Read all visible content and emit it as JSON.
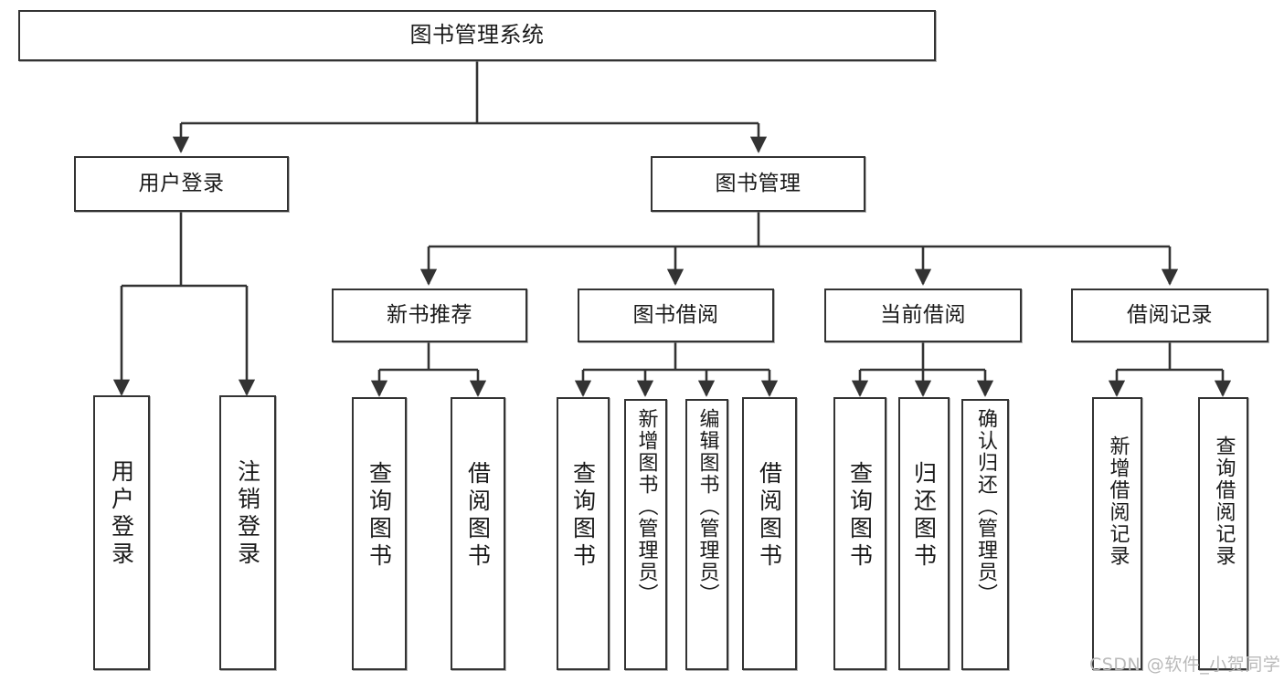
{
  "diagram": {
    "title": "图书管理系统",
    "type": "hierarchy-tree",
    "background_color": "#ffffff",
    "border_color": "#333333",
    "text_color": "#1a1a1a"
  },
  "nodes": {
    "root": {
      "label": "图书管理系统",
      "level": 0
    },
    "level2": [
      {
        "label": "用户登录",
        "level": 1
      },
      {
        "label": "图书管理",
        "level": 1
      }
    ],
    "level3": [
      {
        "label": "新书推荐",
        "level": 2
      },
      {
        "label": "图书借阅",
        "level": 2
      },
      {
        "label": "当前借阅",
        "level": 2
      },
      {
        "label": "借阅记录",
        "level": 2
      }
    ],
    "leaves": {
      "user_login": [
        {
          "label": "用户登录"
        },
        {
          "label": "注销登录"
        }
      ],
      "new_book_recommend": [
        {
          "label": "查询图书"
        },
        {
          "label": "借阅图书"
        }
      ],
      "book_borrow": [
        {
          "label": "查询图书"
        },
        {
          "label": "新增图书（管理员）"
        },
        {
          "label": "编辑图书（管理员）"
        },
        {
          "label": "借阅图书"
        }
      ],
      "current_borrow": [
        {
          "label": "查询图书"
        },
        {
          "label": "归还图书"
        },
        {
          "label": "确认归还（管理员）"
        }
      ],
      "borrow_record": [
        {
          "label": "新增借阅记录"
        },
        {
          "label": "查询借阅记录"
        }
      ]
    }
  },
  "watermark": {
    "text": "CSDN @软件_小贺同学",
    "color": "#b9b9b9"
  }
}
